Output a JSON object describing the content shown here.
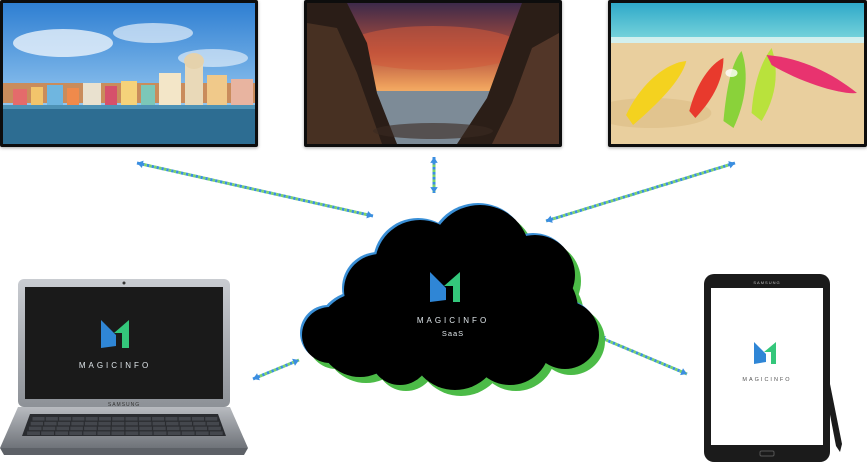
{
  "cloud": {
    "brand": "MAGICINFO",
    "service": "SaaS"
  },
  "laptop": {
    "brand": "MAGICINFO",
    "maker": "SAMSUNG"
  },
  "tablet": {
    "brand": "MAGICINFO",
    "maker": "SAMSUNG"
  },
  "displays": [
    {
      "scene": "coastal-village-photo"
    },
    {
      "scene": "sunset-rocky-coast-photo"
    },
    {
      "scene": "beach-kayaks-photo"
    }
  ],
  "colors": {
    "cloud_fill": "#000000",
    "cloud_edge_blue": "#3a8fd6",
    "cloud_edge_green": "#4cbb47",
    "logo_blue": "#2f86d6",
    "logo_green": "#34c77b",
    "arrow_blue": "#3b8ee0",
    "arrow_green": "#7cd36a"
  }
}
